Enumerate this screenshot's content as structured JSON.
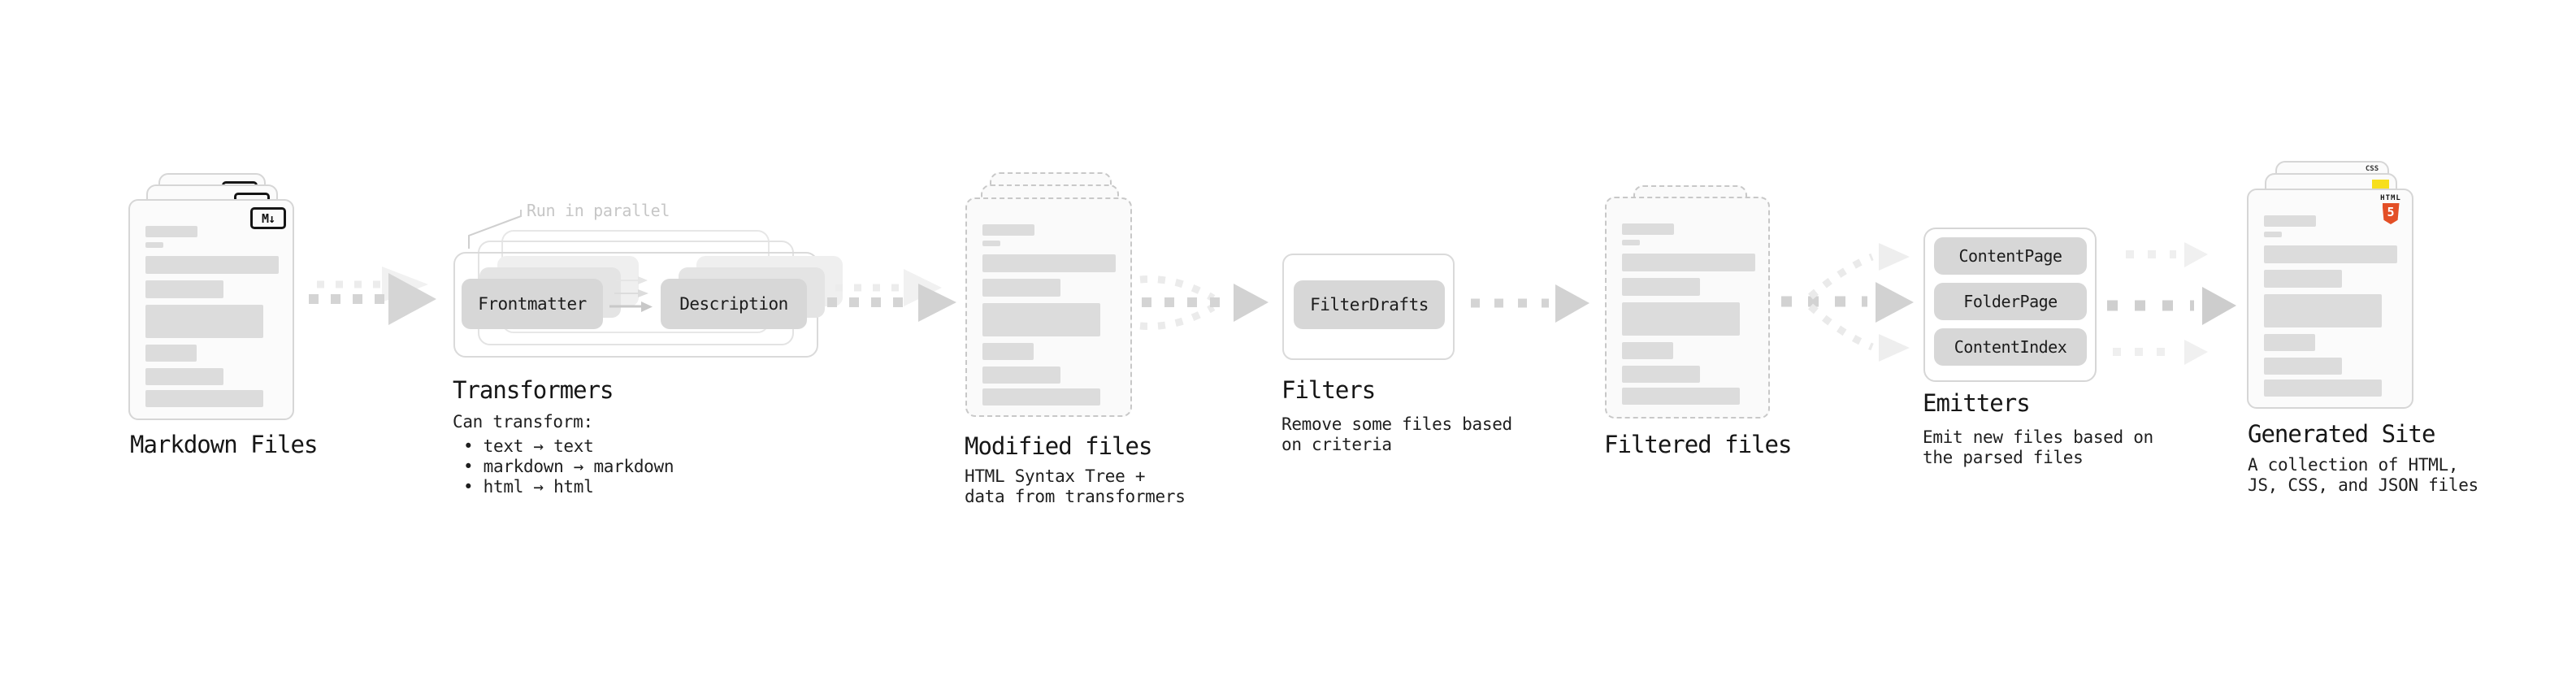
{
  "colors": {
    "accent_html": "#e34f26",
    "accent_js": "#f7df1e",
    "accent_css": "#2860e8",
    "text_dark": "#1a1a1a",
    "muted_note": "#c6c6c6"
  },
  "stages": {
    "markdown": {
      "label": "Markdown Files",
      "badge": "M↓"
    },
    "transformers": {
      "label": "Transformers",
      "note": "Run in parallel",
      "box1": "Frontmatter",
      "box2": "Description",
      "desc_title": "Can transform:",
      "bullets": [
        "• text → text",
        "• markdown → markdown",
        "• html → html"
      ]
    },
    "modified": {
      "label": "Modified files",
      "desc": "HTML Syntax Tree +\ndata from transformers"
    },
    "filters": {
      "label": "Filters",
      "box1": "FilterDrafts",
      "desc": "Remove some files based\non criteria"
    },
    "filtered": {
      "label": "Filtered files"
    },
    "emitters": {
      "label": "Emitters",
      "box1": "ContentPage",
      "box2": "FolderPage",
      "box3": "ContentIndex",
      "desc": "Emit new files based on\nthe parsed files"
    },
    "generated": {
      "label": "Generated Site",
      "badge_css": "CSS",
      "badge_html_text": "HTML",
      "badge_html_number": "5",
      "desc": "A collection of HTML,\nJS, CSS, and JSON files"
    }
  }
}
